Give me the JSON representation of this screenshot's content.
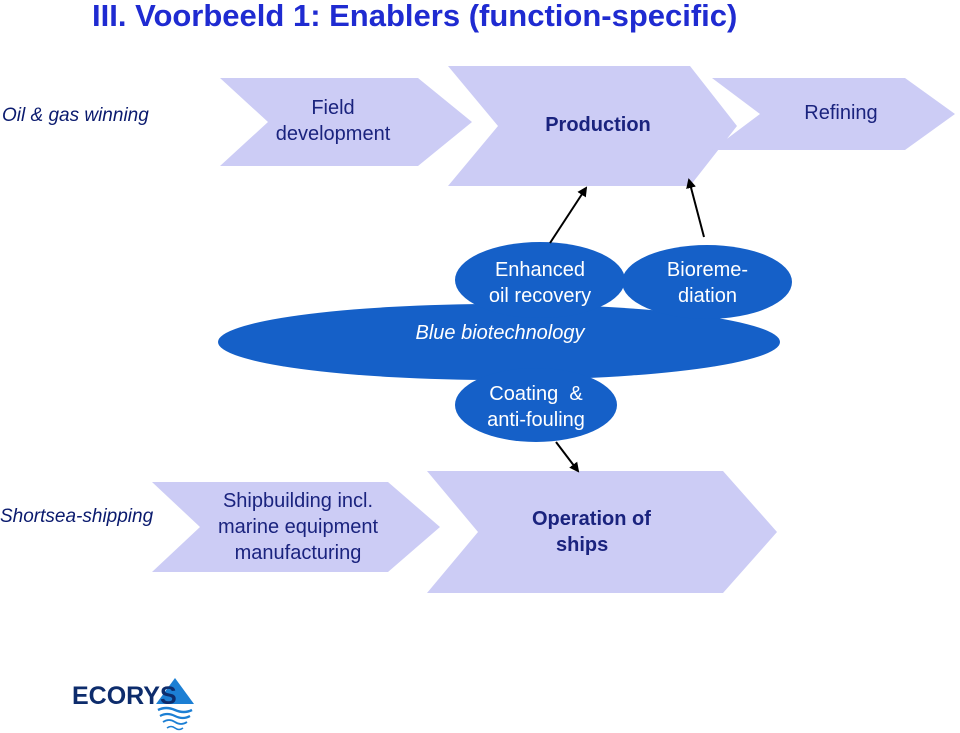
{
  "title": "III. Voorbeeld 1: Enablers (function-specific)",
  "rows": {
    "oil_gas": {
      "label": "Oil & gas winning",
      "steps": [
        {
          "line1": "Field",
          "line2": "development"
        },
        {
          "line1": "Production",
          "line2": ""
        },
        {
          "line1": "Refining",
          "line2": ""
        }
      ]
    },
    "shipping": {
      "label": "Shortsea-shipping",
      "steps": [
        {
          "line1": "Shipbuilding incl.",
          "line2": "marine equipment",
          "line3": "manufacturing"
        },
        {
          "line1": "Operation of",
          "line2": "ships"
        }
      ]
    }
  },
  "blue_biotech": {
    "label": "Blue biotechnology",
    "applications": [
      {
        "line1": "Enhanced",
        "line2": "oil recovery"
      },
      {
        "line1": "Bioreme-",
        "line2": "diation"
      },
      {
        "line1": "Coating  &",
        "line2": "anti-fouling"
      }
    ]
  },
  "logo": {
    "text": "ECORYS"
  },
  "colors": {
    "title": "#1f2bd1",
    "chevron": "#ccccf5",
    "ellipse": "#1560c8",
    "text_dark": "#1a237e"
  }
}
